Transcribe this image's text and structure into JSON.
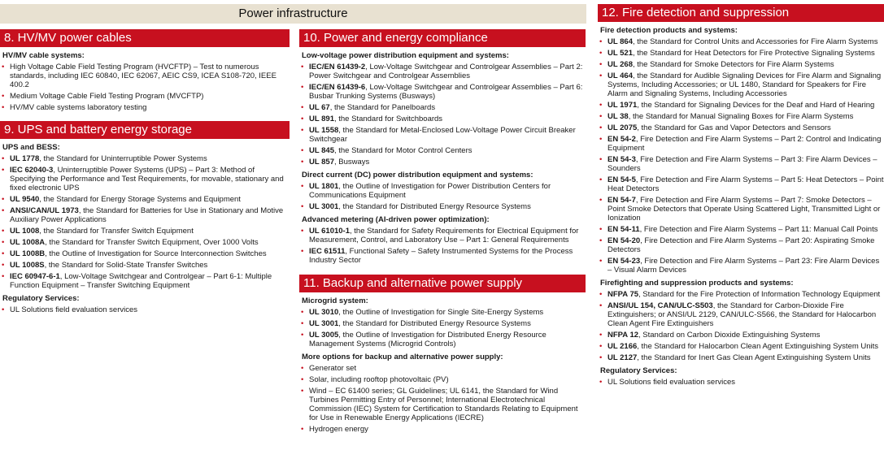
{
  "banner": "Power infrastructure",
  "sections": {
    "s8": {
      "title": "8. HV/MV power cables",
      "groups": [
        {
          "heading": "HV/MV cable systems:",
          "items": [
            {
              "b": "",
              "t": "High Voltage Cable Field Testing Program (HVCFTP) – Test to numerous standards, including IEC 60840, IEC 62067, AEIC CS9, ICEA S108-720, IEEE 400.2"
            },
            {
              "b": "",
              "t": "Medium Voltage Cable Field Testing Program (MVCFTP)"
            },
            {
              "b": "",
              "t": "HV/MV cable systems laboratory testing"
            }
          ]
        }
      ]
    },
    "s9": {
      "title": "9. UPS and battery energy storage",
      "groups": [
        {
          "heading": "UPS and BESS:",
          "items": [
            {
              "b": "UL 1778",
              "t": ", the Standard for Uninterruptible Power Systems"
            },
            {
              "b": "IEC 62040-3",
              "t": ", Uninterruptible Power Systems (UPS) – Part 3: Method of Specifying the Performance and Test Requirements, for movable, stationary and fixed electronic UPS"
            },
            {
              "b": "UL 9540",
              "t": ", the Standard for Energy Storage Systems and Equipment"
            },
            {
              "b": "ANSI/CAN/UL 1973",
              "t": ", the Standard for Batteries for Use in Stationary and Motive Auxiliary Power Applications"
            },
            {
              "b": "UL 1008",
              "t": ", the Standard for Transfer Switch Equipment"
            },
            {
              "b": "UL 1008A",
              "t": ", the Standard for Transfer Switch Equipment, Over 1000 Volts"
            },
            {
              "b": "UL 1008B",
              "t": ", the Outline of Investigation for Source Interconnection Switches"
            },
            {
              "b": "UL 1008S",
              "t": ", the Standard for Solid-State Transfer Switches"
            },
            {
              "b": "IEC 60947-6-1",
              "t": ", Low-Voltage Switchgear and Controlgear – Part 6-1: Multiple Function Equipment – Transfer Switching Equipment"
            }
          ]
        },
        {
          "heading": "Regulatory Services:",
          "items": [
            {
              "b": "",
              "t": "UL Solutions field evaluation services"
            }
          ]
        }
      ]
    },
    "s10": {
      "title": "10. Power and energy compliance",
      "groups": [
        {
          "heading": "Low-voltage power distribution equipment and systems:",
          "items": [
            {
              "b": "IEC/EN 61439-2",
              "t": ", Low-Voltage Switchgear and Controlgear Assemblies – Part 2: Power Switchgear and Controlgear Assemblies"
            },
            {
              "b": "IEC/EN 61439-6",
              "t": ", Low-Voltage Switchgear and Controlgear Assemblies – Part 6: Busbar Trunking Systems (Busways)"
            },
            {
              "b": "UL 67",
              "t": ", the Standard for Panelboards"
            },
            {
              "b": "UL 891",
              "t": ", the Standard for Switchboards"
            },
            {
              "b": "UL 1558",
              "t": ", the Standard for Metal-Enclosed Low-Voltage Power Circuit Breaker Switchgear"
            },
            {
              "b": "UL 845",
              "t": ", the Standard for Motor Control Centers"
            },
            {
              "b": "UL 857",
              "t": ", Busways"
            }
          ]
        },
        {
          "heading": "Direct current (DC) power distribution equipment and systems:",
          "items": [
            {
              "b": "UL 1801",
              "t": ", the Outline of Investigation for Power Distribution Centers for Communications Equipment"
            },
            {
              "b": "UL 3001",
              "t": ", the Standard for Distributed Energy Resource Systems"
            }
          ]
        },
        {
          "heading": "Advanced metering (AI-driven power optimization):",
          "items": [
            {
              "b": "UL 61010-1",
              "t": ", the Standard for Safety Requirements for Electrical Equipment for Measurement, Control, and Laboratory Use – Part 1: General Requirements"
            },
            {
              "b": "IEC 61511",
              "t": ", Functional Safety – Safety Instrumented Systems for the Process Industry Sector"
            }
          ]
        }
      ]
    },
    "s11": {
      "title": "11. Backup and alternative power supply",
      "groups": [
        {
          "heading": "Microgrid system:",
          "items": [
            {
              "b": "UL 3010",
              "t": ", the Outline of Investigation for Single Site-Energy Systems"
            },
            {
              "b": "UL 3001",
              "t": ", the Standard for Distributed Energy Resource Systems"
            },
            {
              "b": "UL 3005",
              "t": ", the Outline of Investigation for Distributed Energy Resource Management Systems (Microgrid Controls)"
            }
          ]
        },
        {
          "heading": "More options for backup and alternative power supply:",
          "items": [
            {
              "b": "",
              "t": "Generator set"
            },
            {
              "b": "",
              "t": "Solar, including rooftop photovoltaic (PV)"
            },
            {
              "b": "",
              "t": "Wind – EC 61400 series; GL Guidelines; UL 6141, the Standard for Wind Turbines Permitting Entry of Personnel; International Electrotechnical Commission (IEC) System for Certification to Standards Relating to Equipment for Use in Renewable Energy Applications (IECRE)"
            },
            {
              "b": "",
              "t": "Hydrogen energy"
            }
          ]
        }
      ]
    },
    "s12": {
      "title": "12. Fire detection and suppression",
      "groups": [
        {
          "heading": "Fire detection products and systems:",
          "items": [
            {
              "b": "UL 864",
              "t": ", the Standard for Control Units and Accessories for Fire Alarm Systems"
            },
            {
              "b": "UL 521",
              "t": ", the Standard for Heat Detectors for Fire Protective Signaling Systems"
            },
            {
              "b": "UL 268",
              "t": ", the Standard for Smoke Detectors for Fire Alarm Systems"
            },
            {
              "b": "UL 464",
              "t": ", the Standard for Audible Signaling Devices for Fire Alarm and Signaling Systems, Including Accessories; or UL 1480, Standard for Speakers for Fire Alarm and Signaling Systems, Including Accessories"
            },
            {
              "b": "UL 1971",
              "t": ", the Standard for Signaling Devices for the Deaf and Hard of Hearing"
            },
            {
              "b": "UL 38",
              "t": ", the Standard for Manual Signaling Boxes for Fire Alarm Systems"
            },
            {
              "b": "UL 2075",
              "t": ", the Standard for Gas and Vapor Detectors and Sensors"
            },
            {
              "b": "EN 54-2",
              "t": ", Fire Detection and Fire Alarm Systems – Part 2: Control and Indicating Equipment"
            },
            {
              "b": "EN 54-3",
              "t": ", Fire Detection and Fire Alarm Systems – Part 3: Fire Alarm Devices – Sounders"
            },
            {
              "b": "EN 54-5",
              "t": ", Fire Detection and Fire Alarm Systems – Part 5: Heat Detectors – Point Heat Detectors"
            },
            {
              "b": "EN 54-7",
              "t": ", Fire Detection and Fire Alarm Systems – Part 7: Smoke Detectors – Point Smoke Detectors that Operate Using Scattered Light, Transmitted Light or Ionization"
            },
            {
              "b": "EN 54-11",
              "t": ", Fire Detection and Fire Alarm Systems – Part 11: Manual Call Points"
            },
            {
              "b": "EN 54-20",
              "t": ", Fire Detection and Fire Alarm Systems – Part 20: Aspirating Smoke Detectors"
            },
            {
              "b": "EN 54-23",
              "t": ", Fire Detection and Fire Alarm Systems – Part 23: Fire Alarm Devices – Visual Alarm Devices"
            }
          ]
        },
        {
          "heading": "Firefighting and suppression products and systems:",
          "items": [
            {
              "b": "NFPA 75",
              "t": ", Standard for the Fire Protection of Information Technology Equipment"
            },
            {
              "b": "ANSI/UL 154, CAN/ULC-S503",
              "t": ", the Standard for Carbon-Dioxide Fire Extinguishers; or ANSI/UL 2129, CAN/ULC-S566, the Standard for Halocarbon Clean Agent Fire Extinguishers"
            },
            {
              "b": "NFPA 12",
              "t": ", Standard on Carbon Dioxide Extinguishing Systems"
            },
            {
              "b": "UL 2166",
              "t": ", the Standard for Halocarbon Clean Agent Extinguishing System Units"
            },
            {
              "b": "UL 2127",
              "t": ", the Standard for Inert Gas Clean Agent Extinguishing System Units"
            }
          ]
        },
        {
          "heading": "Regulatory Services:",
          "items": [
            {
              "b": "",
              "t": "UL Solutions field evaluation services"
            }
          ]
        }
      ]
    }
  }
}
